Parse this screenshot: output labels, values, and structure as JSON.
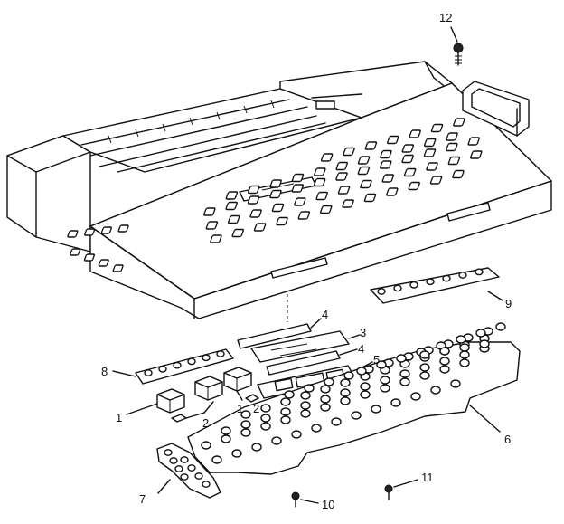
{
  "figure": {
    "colors": {
      "ink": "#111111",
      "paper": "#ffffff"
    },
    "callouts": [
      {
        "id": "c12",
        "text": "12"
      },
      {
        "id": "c9",
        "text": "9"
      },
      {
        "id": "c4a",
        "text": "4"
      },
      {
        "id": "c3",
        "text": "3"
      },
      {
        "id": "c4b",
        "text": "4"
      },
      {
        "id": "c5",
        "text": "5"
      },
      {
        "id": "c8",
        "text": "8"
      },
      {
        "id": "c1a",
        "text": "1"
      },
      {
        "id": "c1b",
        "text": "1"
      },
      {
        "id": "c2a",
        "text": "2"
      },
      {
        "id": "c2b",
        "text": "2"
      },
      {
        "id": "c6",
        "text": "6"
      },
      {
        "id": "c7",
        "text": "7"
      },
      {
        "id": "c10",
        "text": "10"
      },
      {
        "id": "c11",
        "text": "11"
      }
    ]
  }
}
